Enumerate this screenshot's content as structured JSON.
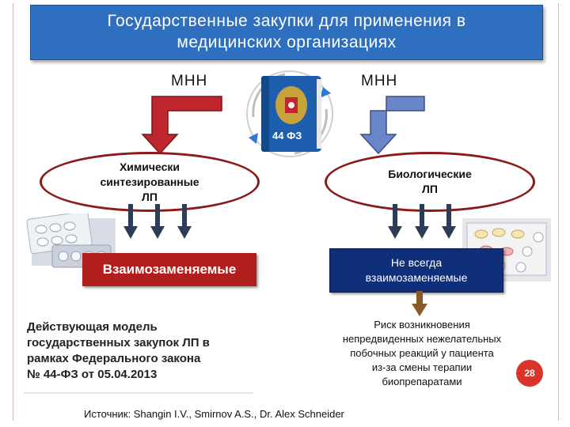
{
  "title": {
    "line1": "Государственные закупки для применения в",
    "line2": "медицинских организациях"
  },
  "left": {
    "mnh": "МНН",
    "ellipse_line1": "Химически",
    "ellipse_line2": "синтезированные",
    "ellipse_line3": "ЛП",
    "label": "Взаимозаменяемые",
    "label_color": "#b01e1e",
    "description_line1": "Действующая модель",
    "description_line2": "государственных закупок ЛП в",
    "description_line3": "рамках Федерального закона",
    "description_line4": "№ 44-ФЗ от 05.04.2013"
  },
  "right": {
    "mnh": "МНН",
    "ellipse_line1": "Биологические",
    "ellipse_line2": "ЛП",
    "label_line1": "Не всегда",
    "label_line2": "взаимозаменяемые",
    "label_color": "#0f2f7a",
    "risk_line1": "Риск возникновения",
    "risk_line2": "непредвиденных нежелательных",
    "risk_line3": "побочных реакций у пациента",
    "risk_line4": "из-за смены терапии",
    "risk_line5": "биопрепаратами"
  },
  "center_book": {
    "label": "44 ФЗ",
    "icon": "coat-of-arms-book-icon"
  },
  "source": "Источник: Shangin I.V., Smirnov A.S., Dr. Alex Schneider",
  "page_number": "28",
  "colors": {
    "title_bg": "#2f6fc0",
    "left_arrow": "#c0262d",
    "right_arrow": "#6a86c8",
    "ellipse_border": "#8b1a1a",
    "page_badge": "#d9342b"
  }
}
